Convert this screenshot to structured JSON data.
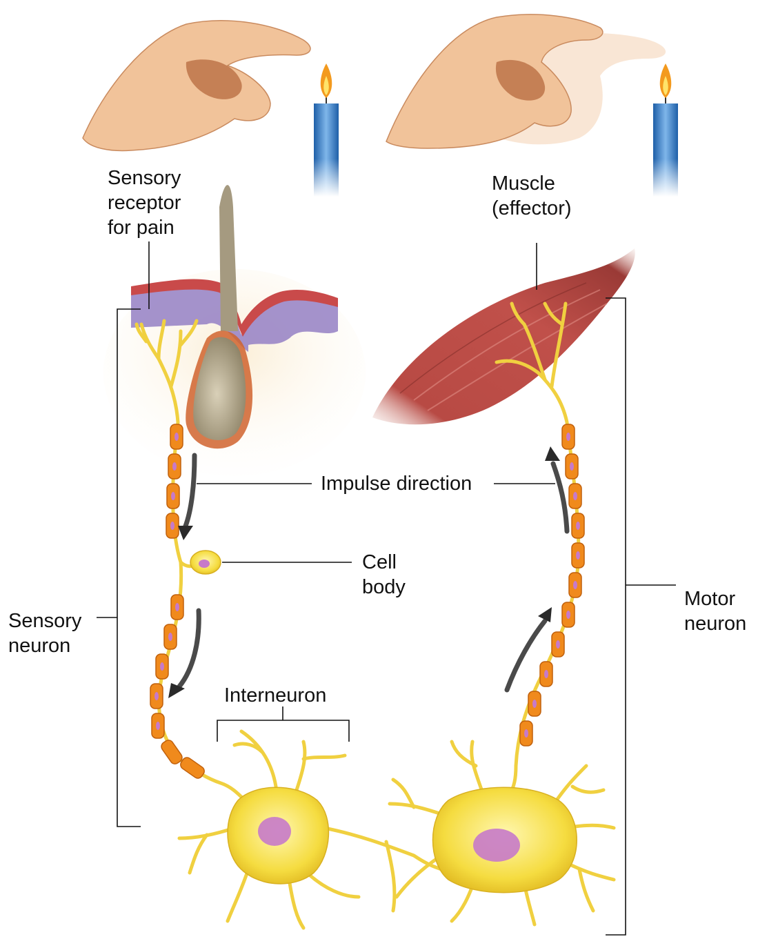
{
  "labels": {
    "sensory_receptor": [
      "Sensory",
      "receptor",
      "for pain"
    ],
    "muscle": [
      "Muscle",
      "(effector)"
    ],
    "impulse_direction": "Impulse direction",
    "cell_body": [
      "Cell",
      "body"
    ],
    "sensory_neuron": [
      "Sensory",
      "neuron"
    ],
    "motor_neuron": [
      "Motor",
      "neuron"
    ],
    "interneuron": "Interneuron"
  },
  "colors": {
    "skin": "#f2c9a0",
    "skin_shadow": "#c98a5e",
    "candle": "#2f7fc6",
    "flame": "#f39a1e",
    "epidermis": "#c94a4a",
    "dermis": "#9a86c7",
    "hair_follicle": "#b9ad92",
    "muscle": "#b8423f",
    "neuron": "#f2d43a",
    "myelin": "#f08a1c",
    "nucleus": "#c77ac9",
    "arrow": "#2a2a2a",
    "leader_line": "#111111"
  }
}
